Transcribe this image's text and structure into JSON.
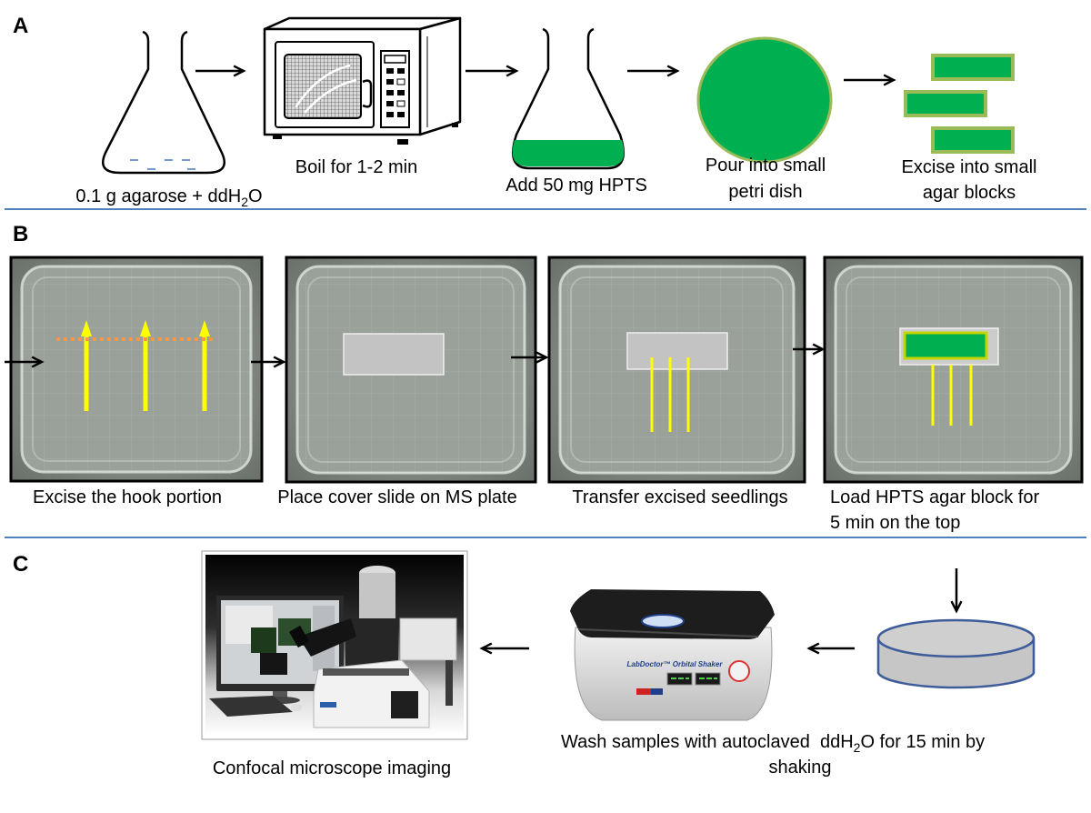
{
  "panel_a": {
    "label": "A",
    "step1": {
      "pre": "0.1 g agarose + ddH",
      "sub": "2",
      "post": "O"
    },
    "step2": "Boil for 1-2 min",
    "step3": "Add 50 mg HPTS",
    "step4": [
      "Pour into small",
      "petri dish"
    ],
    "step5": [
      "Excise into small",
      "agar blocks"
    ]
  },
  "panel_b": {
    "label": "B",
    "captions": [
      "Excise the hook portion",
      "Place cover slide on MS plate",
      "Transfer excised seedlings"
    ],
    "caption4": [
      "Load HPTS agar block for",
      "5 min on the top"
    ]
  },
  "panel_c": {
    "label": "C",
    "caption_imaging": "Confocal microscope imaging",
    "caption_wash": {
      "pre": "Wash samples with autoclaved  ddH",
      "sub": "2",
      "post": "O for 15 min by",
      "line2": "shaking"
    },
    "shaker_label": "LabDoctor™ Orbital Shaker"
  },
  "colors": {
    "agar_green": "#00b050",
    "agar_border": "#9bbb59",
    "seedling_yellow": "#ffff00",
    "cut_line_orange": "#f79646",
    "divider_blue": "#4f81bd",
    "water_dash_blue": "#4f81bd",
    "dish_outline": "#3e5c9a"
  }
}
